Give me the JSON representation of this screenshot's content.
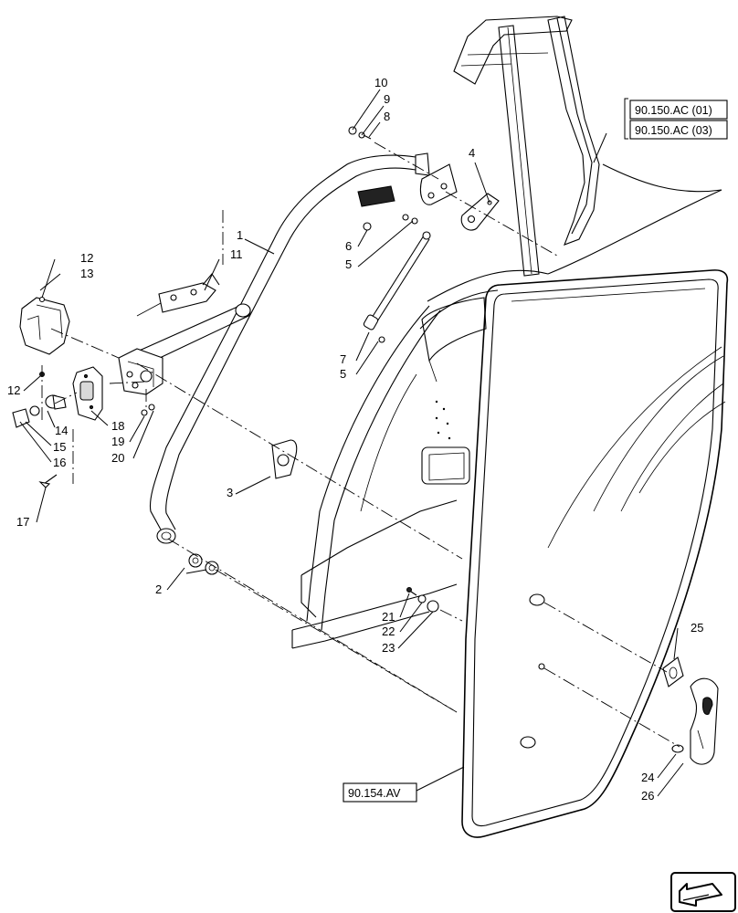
{
  "callouts": [
    {
      "id": "c1",
      "text": "1"
    },
    {
      "id": "c2",
      "text": "2"
    },
    {
      "id": "c3",
      "text": "3"
    },
    {
      "id": "c4",
      "text": "4"
    },
    {
      "id": "c5a",
      "text": "5"
    },
    {
      "id": "c5b",
      "text": "5"
    },
    {
      "id": "c6",
      "text": "6"
    },
    {
      "id": "c7",
      "text": "7"
    },
    {
      "id": "c8",
      "text": "8"
    },
    {
      "id": "c9",
      "text": "9"
    },
    {
      "id": "c10",
      "text": "10"
    },
    {
      "id": "c11",
      "text": "11"
    },
    {
      "id": "c12a",
      "text": "12"
    },
    {
      "id": "c12b",
      "text": "12"
    },
    {
      "id": "c13",
      "text": "13"
    },
    {
      "id": "c14",
      "text": "14"
    },
    {
      "id": "c15",
      "text": "15"
    },
    {
      "id": "c16",
      "text": "16"
    },
    {
      "id": "c17",
      "text": "17"
    },
    {
      "id": "c18",
      "text": "18"
    },
    {
      "id": "c19",
      "text": "19"
    },
    {
      "id": "c20",
      "text": "20"
    },
    {
      "id": "c21",
      "text": "21"
    },
    {
      "id": "c22",
      "text": "22"
    },
    {
      "id": "c23",
      "text": "23"
    },
    {
      "id": "c24",
      "text": "24"
    },
    {
      "id": "c25",
      "text": "25"
    },
    {
      "id": "c26",
      "text": "26"
    }
  ],
  "references": {
    "top_1": "90.150.AC (01)",
    "top_2": "90.150.AC (03)",
    "door": "90.154.AV"
  },
  "nav_icon": "arrow-back-icon"
}
